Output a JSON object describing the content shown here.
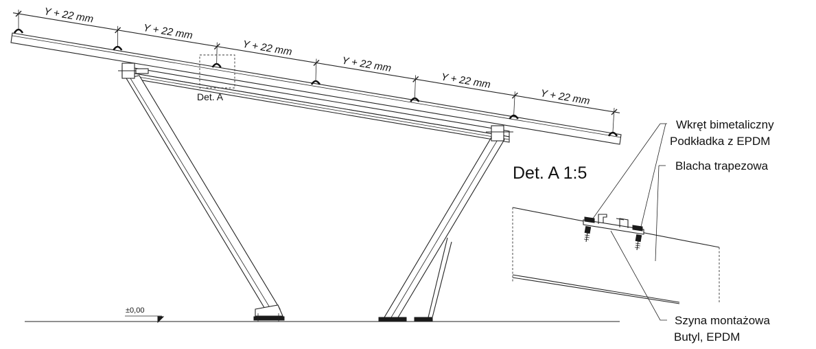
{
  "dimensions": {
    "segment_label": "Y + 22 mm",
    "count": 6
  },
  "detail_reference": "Det. A",
  "detail_title": "Det. A 1:5",
  "level_marker": "±0,00",
  "callouts": {
    "screw": "Wkręt bimetaliczny",
    "washer": "Podkładka z EPDM",
    "sheet": "Blacha trapezowa",
    "rail": "Szyna montażowa",
    "sealant": "Butyl, EPDM"
  }
}
